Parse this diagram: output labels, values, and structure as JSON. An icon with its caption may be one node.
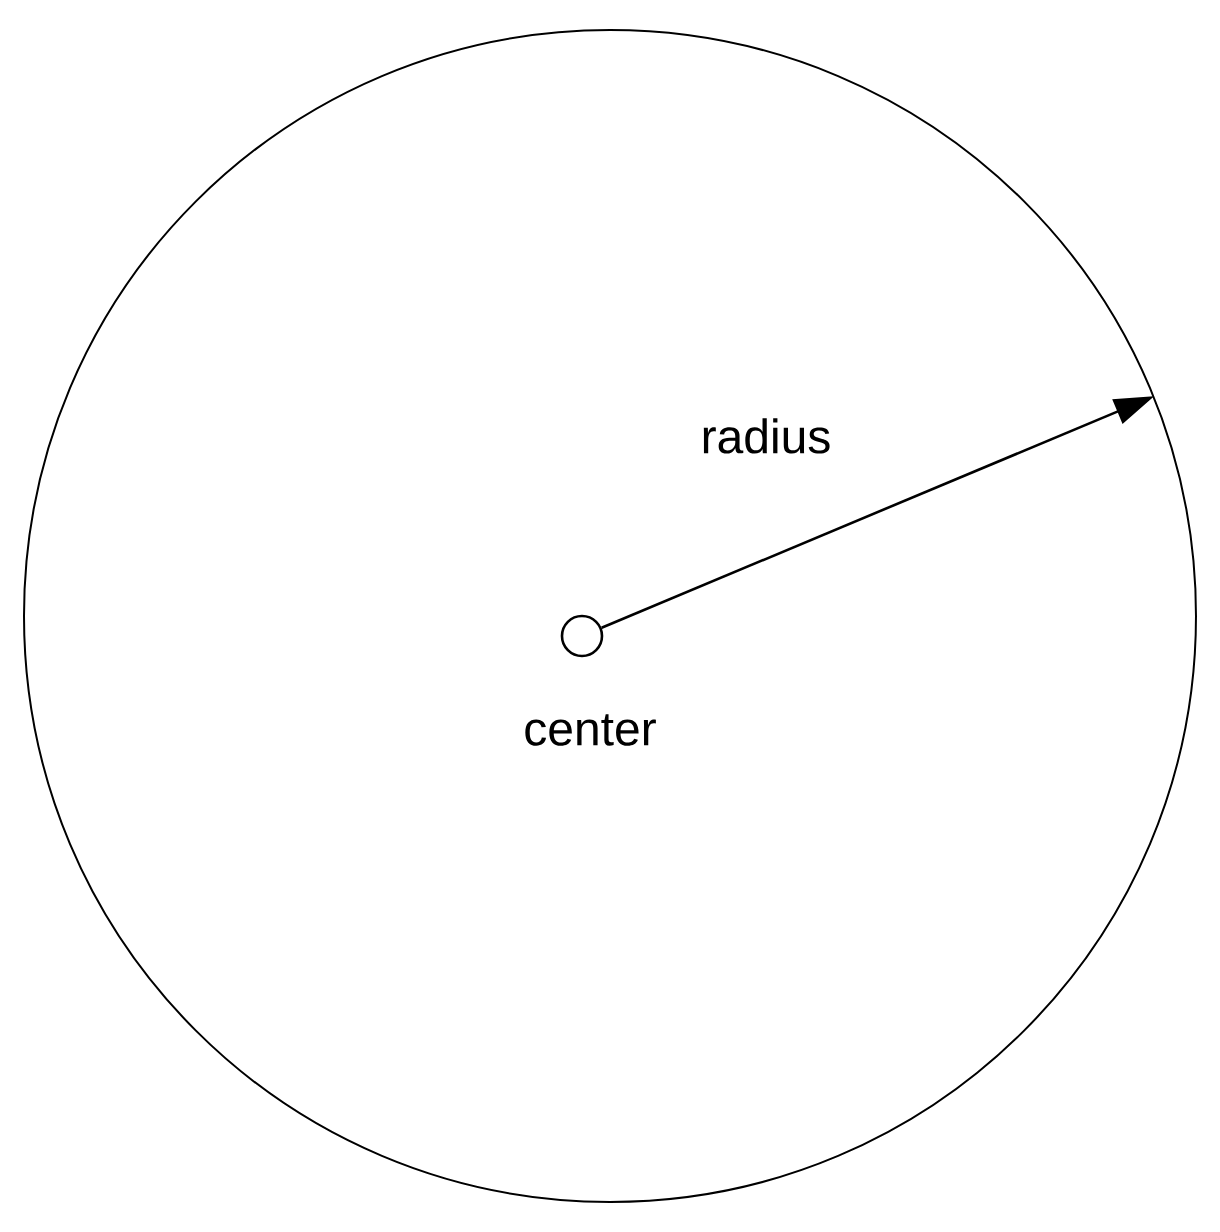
{
  "diagram": {
    "nodes": [
      {
        "text": [],
        "shape": "circle"
      },
      {
        "text": [],
        "shape": "circle",
        "beside": [
          "center"
        ],
        "in": 0
      }
    ],
    "edges": [
      {
        "from": 1,
        "to": 0,
        "arrow": "to",
        "label": "radius"
      }
    ]
  }
}
